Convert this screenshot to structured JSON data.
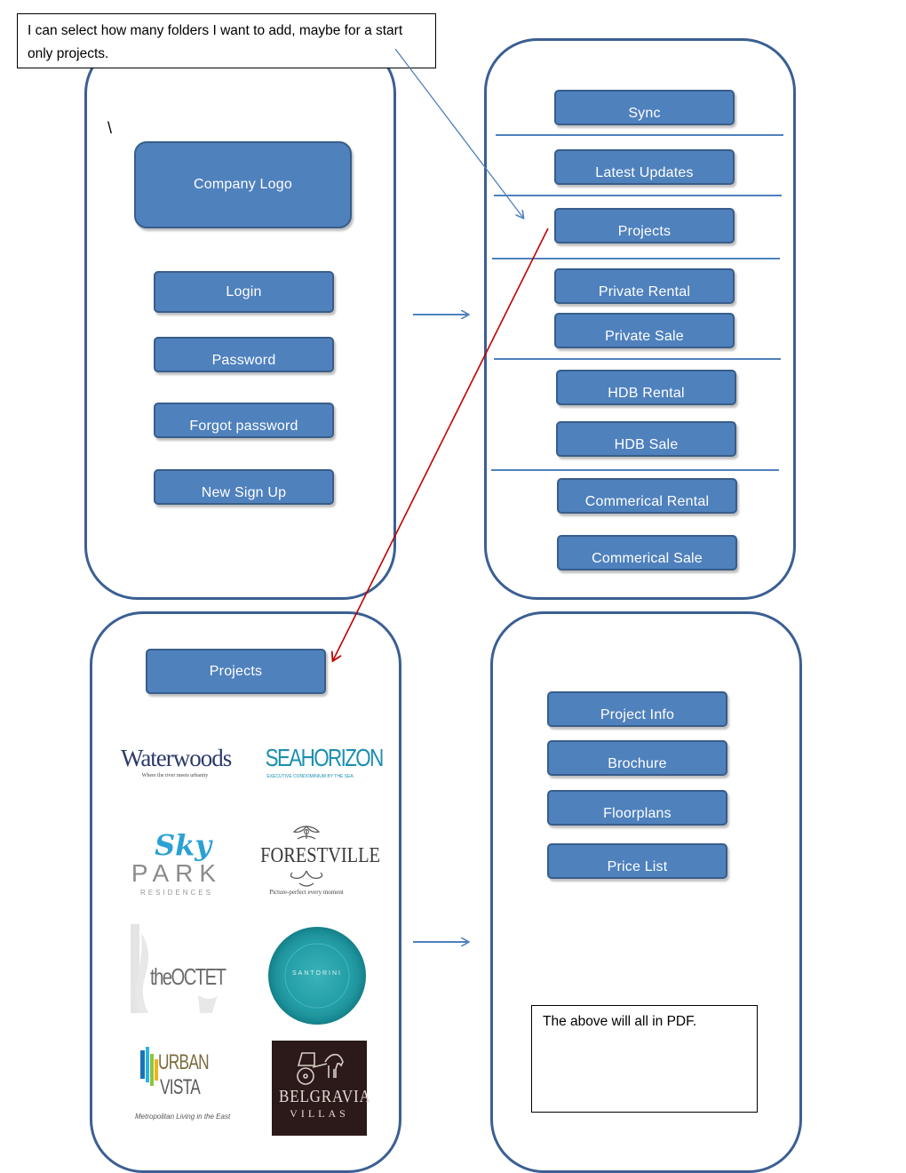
{
  "notes": {
    "top": "I can select how many folders I want to add, maybe for a start only projects.",
    "bottom": "The above will all in PDF."
  },
  "screen_login": {
    "stray_mark": "\\",
    "logo": "Company Logo",
    "login": "Login",
    "password": "Password",
    "forgot": "Forgot password",
    "signup": "New Sign Up"
  },
  "screen_menu": {
    "items": [
      "Sync",
      "Latest Updates",
      "Projects",
      "Private Rental",
      "Private Sale",
      "HDB Rental",
      "HDB Sale",
      "Commerical Rental",
      "Commerical Sale"
    ]
  },
  "screen_projects": {
    "header": "Projects",
    "logos": {
      "waterwoods": {
        "name": "Waterwoods",
        "tagline": "Where the river meets urbanity"
      },
      "seahorizon": {
        "name": "SEAHORIZON",
        "tagline": "EXECUTIVE CONDOMINIUM BY THE SEA"
      },
      "skypark": {
        "script": "Sky",
        "word": "PARK",
        "sub": "RESIDENCES"
      },
      "forestville": {
        "name": "FORESTVILLE",
        "tagline": "Picture-perfect every moment"
      },
      "octet": {
        "name": "theOCTET"
      },
      "santorini": {
        "name": "SANTORINI"
      },
      "urbanvista": {
        "line1": "URBAN",
        "line2": "VISTA",
        "tagline": "Metropolitan Living in the East"
      },
      "belgravia": {
        "line1": "BELGRAVIA",
        "line2": "VILLAS"
      }
    }
  },
  "screen_detail": {
    "items": [
      "Project Info",
      "Brochure",
      "Floorplans",
      "Price List"
    ]
  },
  "colors": {
    "button_fill": "#4f81bd",
    "button_border": "#385d8a",
    "frame": "#3b5f93",
    "connector_red": "#c00000"
  }
}
